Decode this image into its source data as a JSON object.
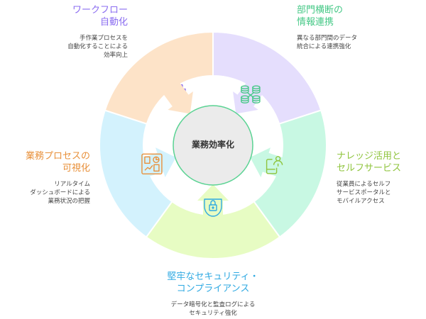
{
  "center": {
    "label": "業務効率化",
    "fill": "#ebebeb",
    "stroke": "#5ad393"
  },
  "segments": [
    {
      "id": "workflow",
      "title_lines": [
        "ワークフロー",
        "自動化"
      ],
      "desc_lines": [
        "手作業プロセスを",
        "自動化することによる",
        "効率向上"
      ],
      "icon": "robot-arm-icon",
      "fill": "#e5defd",
      "accent": "#8a6cf0"
    },
    {
      "id": "integration",
      "title_lines": [
        "部門横断の",
        "情報連携"
      ],
      "desc_lines": [
        "異なる部門間のデータ",
        "統合による連携強化"
      ],
      "icon": "database-network-icon",
      "fill": "#c8f8e3",
      "accent": "#45c886"
    },
    {
      "id": "knowledge",
      "title_lines": [
        "ナレッジ活用と",
        "セルフサービス"
      ],
      "desc_lines": [
        "従業員によるセルフ",
        "サービスポータルと",
        "モバイルアクセス"
      ],
      "icon": "mobile-user-icon",
      "fill": "#e7fcc3",
      "accent": "#8fc43d"
    },
    {
      "id": "security",
      "title_lines": [
        "堅牢なセキュリティ・",
        "コンプライアンス"
      ],
      "desc_lines": [
        "データ暗号化と監査ログによる",
        "セキュリティ強化"
      ],
      "icon": "shield-lock-icon",
      "fill": "#d3f2fd",
      "accent": "#2fa9e2"
    },
    {
      "id": "visibility",
      "title_lines": [
        "業務プロセスの",
        "可視化"
      ],
      "desc_lines": [
        "リアルタイム",
        "ダッシュボードによる",
        "業務状況の把握"
      ],
      "icon": "dashboard-icon",
      "fill": "#fde3c8",
      "accent": "#e8903a"
    }
  ]
}
